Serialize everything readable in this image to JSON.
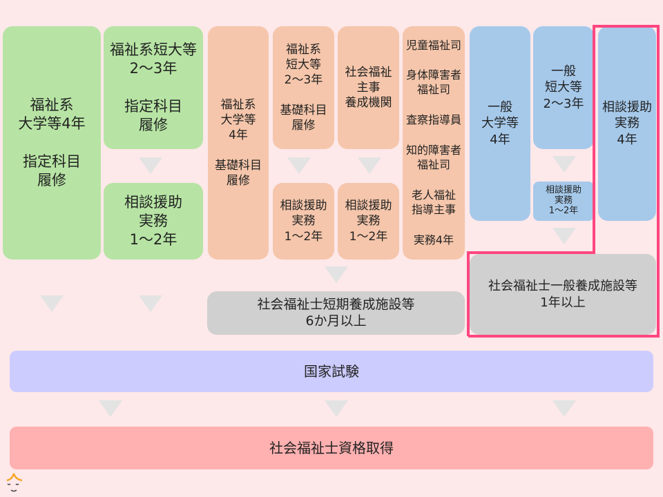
{
  "boxes": {
    "green_univ": "福祉系\n大学等4年\n\n指定科目\n履修",
    "green_junior": "福祉系短大等\n2～3年\n\n指定科目\n履修",
    "green_practice": "相談援助\n実務\n1～2年",
    "orange_univ": "福祉系\n大学等\n4年\n\n基礎科目\n履修",
    "orange_junior": "福祉系\n短大等\n2～3年\n\n基礎科目\n履修",
    "orange_junior_practice": "相談援助\n実務\n1～2年",
    "orange_shuji": "社会福祉\n主事\n養成機関",
    "orange_shuji_practice": "相談援助\n実務\n1～2年",
    "orange_roles": [
      "児童福祉司",
      "身体障害者\n福祉司",
      "査察指導員",
      "知的障害者\n福祉司",
      "老人福祉\n指導主事",
      "実務4年"
    ],
    "blue_univ": "一般\n大学等\n4年",
    "blue_junior": "一般\n短大等\n2～3年",
    "blue_junior_practice": "相談援助\n実務\n1～2年",
    "blue_practice": "相談援助\n実務\n4年",
    "short_course": "社会福祉士短期養成施設等\n6か月以上",
    "general_course": "社会福祉士一般養成施設等\n1年以上",
    "exam": "国家試験",
    "qualification": "社会福祉士資格取得"
  },
  "colors": {
    "highlight": "#ff4680",
    "green": "#b7e4a4",
    "orange": "#f5c6ab",
    "blue": "#a6c9ea",
    "gray": "#d0d0d0",
    "exam": "#ccccff",
    "qualification": "#ffb0b0"
  }
}
